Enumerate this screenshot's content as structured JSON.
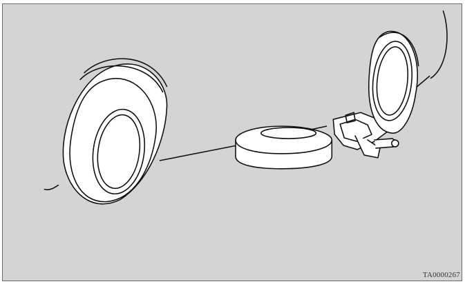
{
  "figure": {
    "caption_code": "TA0000267",
    "colors": {
      "background": "#d4d4d4",
      "line": "#111111",
      "fill": "#ffffff",
      "border": "#6a6a6a"
    },
    "icons": [
      "rear-wheel-illustration",
      "spare-tire-illustration",
      "jack-illustration",
      "front-wheel-illustration"
    ]
  }
}
